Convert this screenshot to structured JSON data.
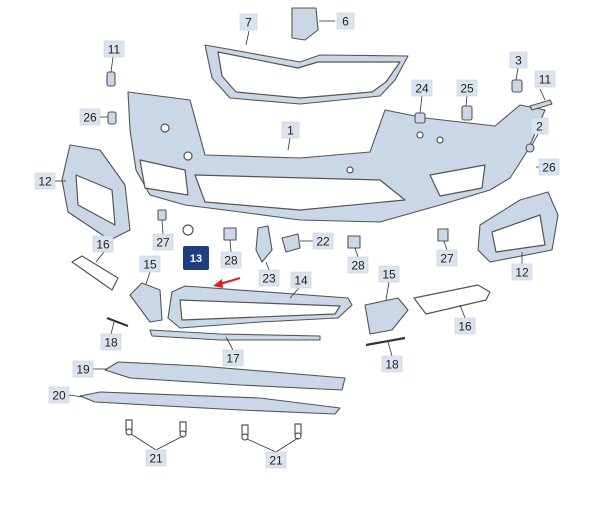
{
  "diagram": {
    "highlighted": {
      "label": "13",
      "box_color": "#1f3e7d",
      "arrow_color": "#e02020"
    },
    "part_labels": [
      {
        "id": "p7",
        "text": "7"
      },
      {
        "id": "p6",
        "text": "6"
      },
      {
        "id": "p11a",
        "text": "11"
      },
      {
        "id": "p3",
        "text": "3"
      },
      {
        "id": "p11b",
        "text": "11"
      },
      {
        "id": "p24",
        "text": "24"
      },
      {
        "id": "p25",
        "text": "25"
      },
      {
        "id": "p26a",
        "text": "26"
      },
      {
        "id": "p1",
        "text": "1"
      },
      {
        "id": "p2",
        "text": "2"
      },
      {
        "id": "p26b",
        "text": "26"
      },
      {
        "id": "p12a",
        "text": "12"
      },
      {
        "id": "p12b",
        "text": "12"
      },
      {
        "id": "p27a",
        "text": "27"
      },
      {
        "id": "p28a",
        "text": "28"
      },
      {
        "id": "p22",
        "text": "22"
      },
      {
        "id": "p23",
        "text": "23"
      },
      {
        "id": "p28b",
        "text": "28"
      },
      {
        "id": "p27b",
        "text": "27"
      },
      {
        "id": "p16a",
        "text": "16"
      },
      {
        "id": "p15a",
        "text": "15"
      },
      {
        "id": "p14",
        "text": "14"
      },
      {
        "id": "p15b",
        "text": "15"
      },
      {
        "id": "p16b",
        "text": "16"
      },
      {
        "id": "p18a",
        "text": "18"
      },
      {
        "id": "p17",
        "text": "17"
      },
      {
        "id": "p18b",
        "text": "18"
      },
      {
        "id": "p19",
        "text": "19"
      },
      {
        "id": "p20",
        "text": "20"
      },
      {
        "id": "p21a",
        "text": "21"
      },
      {
        "id": "p21b",
        "text": "21"
      }
    ]
  }
}
